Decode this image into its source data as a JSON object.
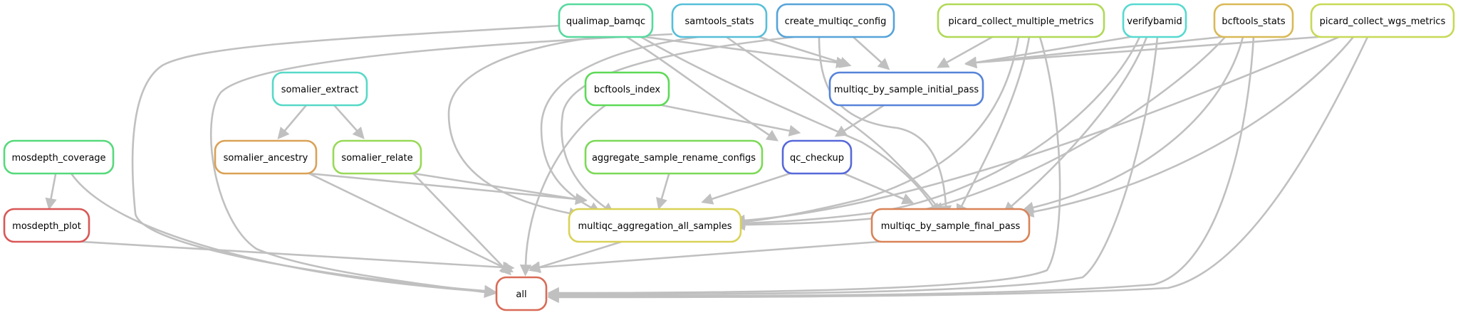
{
  "diagram": {
    "nodes": [
      {
        "id": "qualimap_bamqc",
        "label": "qualimap_bamqc",
        "color": "#57d99e"
      },
      {
        "id": "samtools_stats",
        "label": "samtools_stats",
        "color": "#57bfd9"
      },
      {
        "id": "create_multiqc_config",
        "label": "create_multiqc_config",
        "color": "#57a3d9"
      },
      {
        "id": "picard_collect_multiple_metrics",
        "label": "picard_collect_multiple_metrics",
        "color": "#b0d957"
      },
      {
        "id": "verifybamid",
        "label": "verifybamid",
        "color": "#57d9d0"
      },
      {
        "id": "bcftools_stats",
        "label": "bcftools_stats",
        "color": "#d9b957"
      },
      {
        "id": "picard_collect_wgs_metrics",
        "label": "picard_collect_wgs_metrics",
        "color": "#c7d957"
      },
      {
        "id": "somalier_extract",
        "label": "somalier_extract",
        "color": "#57d9c7"
      },
      {
        "id": "bcftools_index",
        "label": "bcftools_index",
        "color": "#5ed957"
      },
      {
        "id": "multiqc_by_sample_initial_pass",
        "label": "multiqc_by_sample_initial_pass",
        "color": "#5783d9"
      },
      {
        "id": "mosdepth_coverage",
        "label": "mosdepth_coverage",
        "color": "#57d97c"
      },
      {
        "id": "somalier_ancestry",
        "label": "somalier_ancestry",
        "color": "#d9a257"
      },
      {
        "id": "somalier_relate",
        "label": "somalier_relate",
        "color": "#98d957"
      },
      {
        "id": "aggregate_sample_rename_configs",
        "label": "aggregate_sample_rename_configs",
        "color": "#7cd957"
      },
      {
        "id": "qc_checkup",
        "label": "qc_checkup",
        "color": "#5768d9"
      },
      {
        "id": "mosdepth_plot",
        "label": "mosdepth_plot",
        "color": "#d95757"
      },
      {
        "id": "multiqc_aggregation_all_samples",
        "label": "multiqc_aggregation_all_samples",
        "color": "#d9d257"
      },
      {
        "id": "multiqc_by_sample_final_pass",
        "label": "multiqc_by_sample_final_pass",
        "color": "#d98357"
      },
      {
        "id": "all",
        "label": "all",
        "color": "#d96b57"
      }
    ],
    "edges": [
      [
        "qualimap_bamqc",
        "all"
      ],
      [
        "qualimap_bamqc",
        "multiqc_by_sample_initial_pass"
      ],
      [
        "qualimap_bamqc",
        "multiqc_aggregation_all_samples"
      ],
      [
        "qualimap_bamqc",
        "qc_checkup"
      ],
      [
        "qualimap_bamqc",
        "multiqc_by_sample_final_pass"
      ],
      [
        "samtools_stats",
        "all"
      ],
      [
        "samtools_stats",
        "multiqc_by_sample_initial_pass"
      ],
      [
        "samtools_stats",
        "multiqc_aggregation_all_samples"
      ],
      [
        "samtools_stats",
        "multiqc_by_sample_final_pass"
      ],
      [
        "create_multiqc_config",
        "multiqc_aggregation_all_samples"
      ],
      [
        "create_multiqc_config",
        "multiqc_by_sample_initial_pass"
      ],
      [
        "create_multiqc_config",
        "multiqc_by_sample_final_pass"
      ],
      [
        "picard_collect_multiple_metrics",
        "multiqc_by_sample_initial_pass"
      ],
      [
        "picard_collect_multiple_metrics",
        "multiqc_aggregation_all_samples"
      ],
      [
        "picard_collect_multiple_metrics",
        "multiqc_by_sample_final_pass"
      ],
      [
        "picard_collect_multiple_metrics",
        "all"
      ],
      [
        "verifybamid",
        "multiqc_by_sample_initial_pass"
      ],
      [
        "verifybamid",
        "multiqc_aggregation_all_samples"
      ],
      [
        "verifybamid",
        "multiqc_by_sample_final_pass"
      ],
      [
        "verifybamid",
        "all"
      ],
      [
        "bcftools_stats",
        "multiqc_by_sample_initial_pass"
      ],
      [
        "bcftools_stats",
        "multiqc_aggregation_all_samples"
      ],
      [
        "bcftools_stats",
        "multiqc_by_sample_final_pass"
      ],
      [
        "bcftools_stats",
        "all"
      ],
      [
        "picard_collect_wgs_metrics",
        "multiqc_by_sample_initial_pass"
      ],
      [
        "picard_collect_wgs_metrics",
        "multiqc_aggregation_all_samples"
      ],
      [
        "picard_collect_wgs_metrics",
        "multiqc_by_sample_final_pass"
      ],
      [
        "picard_collect_wgs_metrics",
        "all"
      ],
      [
        "somalier_extract",
        "somalier_ancestry"
      ],
      [
        "somalier_extract",
        "somalier_relate"
      ],
      [
        "bcftools_index",
        "all"
      ],
      [
        "bcftools_index",
        "qc_checkup"
      ],
      [
        "multiqc_by_sample_initial_pass",
        "qc_checkup"
      ],
      [
        "mosdepth_coverage",
        "mosdepth_plot"
      ],
      [
        "mosdepth_coverage",
        "all"
      ],
      [
        "somalier_ancestry",
        "multiqc_aggregation_all_samples"
      ],
      [
        "somalier_ancestry",
        "all"
      ],
      [
        "somalier_relate",
        "multiqc_aggregation_all_samples"
      ],
      [
        "somalier_relate",
        "all"
      ],
      [
        "aggregate_sample_rename_configs",
        "multiqc_aggregation_all_samples"
      ],
      [
        "qc_checkup",
        "multiqc_aggregation_all_samples"
      ],
      [
        "qc_checkup",
        "multiqc_by_sample_final_pass"
      ],
      [
        "mosdepth_plot",
        "all"
      ],
      [
        "multiqc_aggregation_all_samples",
        "all"
      ],
      [
        "multiqc_by_sample_final_pass",
        "all"
      ]
    ]
  }
}
